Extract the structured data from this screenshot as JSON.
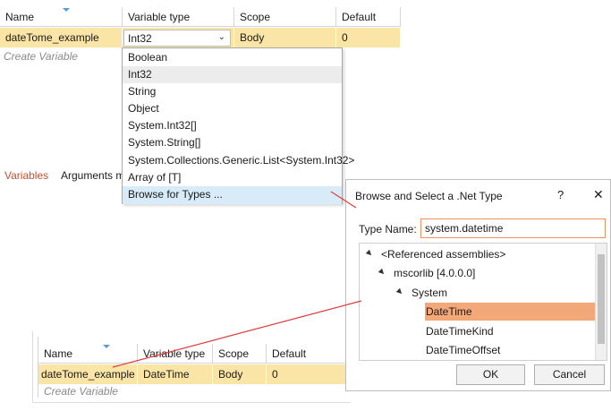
{
  "top_grid": {
    "headers": [
      "Name",
      "Variable type",
      "Scope",
      "Default"
    ],
    "row": {
      "name": "dateTome_example",
      "type": "Int32",
      "scope": "Body",
      "default": "0"
    },
    "create_variable": "Create Variable"
  },
  "dropdown": {
    "items": [
      "Boolean",
      "Int32",
      "String",
      "Object",
      "System.Int32[]",
      "System.String[]",
      "System.Collections.Generic.List<System.Int32>",
      "Array of [T]",
      "Browse for Types ..."
    ],
    "selected_index": 1,
    "hover_index": 8
  },
  "tabs": {
    "variables": "Variables",
    "arguments": "Arguments m"
  },
  "dialog": {
    "title": "Browse and Select a .Net Type",
    "help": "?",
    "close": "✕",
    "type_name_label": "Type Name:",
    "type_name_value": "system.datetime",
    "tree": [
      "<Referenced assemblies>",
      "mscorlib [4.0.0.0]",
      "System",
      "DateTime",
      "DateTimeKind",
      "DateTimeOffset"
    ],
    "ok": "OK",
    "cancel": "Cancel"
  },
  "bottom_grid": {
    "headers": [
      "Name",
      "Variable type",
      "Scope",
      "Default"
    ],
    "row": {
      "name": "dateTome_example",
      "type": "DateTime",
      "scope": "Body",
      "default": "0"
    },
    "create_variable": "Create Variable"
  },
  "colors": {
    "row_highlight": "#fbe5a6",
    "selection": "#f3a879",
    "annotation_line": "#e03a3a",
    "tab_active": "#c4502a"
  }
}
